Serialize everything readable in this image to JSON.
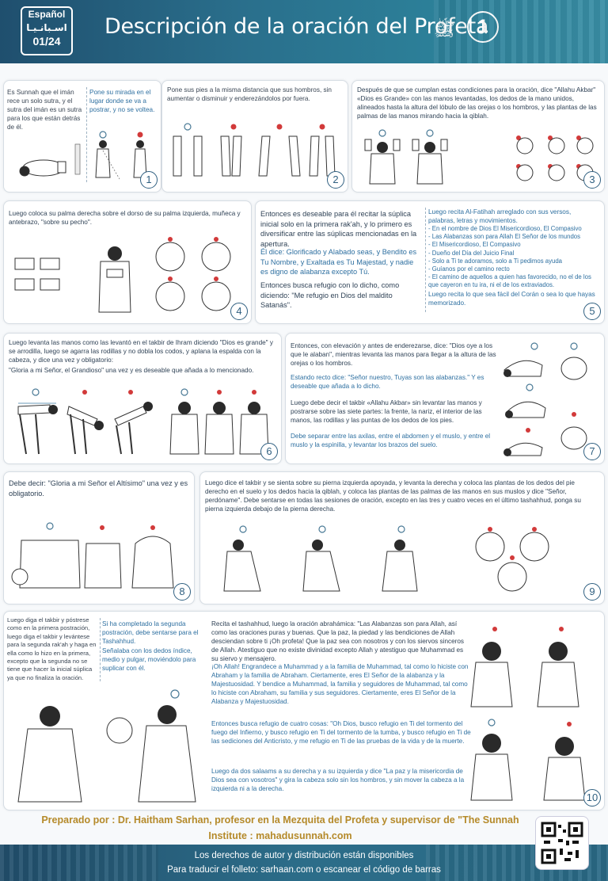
{
  "header": {
    "lang_es": "Español",
    "lang_ar": "اسـبانـيـا",
    "page": "01/24",
    "title": "Descripción de la oración del Profeta",
    "honorific": "ﷺ",
    "number": "1"
  },
  "steps": {
    "s1": {
      "text_a": "Es Sunnah que el imán rece un solo sutra, y el sutra del imán es un sutra para los que están detrás de él.",
      "text_b": "Pone su mirada en el lugar donde se va a postrar, y no se voltea.",
      "num": "1"
    },
    "s2": {
      "text": "Pone sus pies a la misma distancia que sus hombros, sin aumentar o disminuir y enderezándolos por fuera.",
      "num": "2"
    },
    "s3": {
      "text": "Después de que se cumplan estas condiciones para la oración, dice \"Allahu Akbar\" «Dios es Grande» con las manos levantadas, los dedos de la mano unidos, alineados hasta la altura del lóbulo de las orejas o los hombros, y las plantas de las palmas de las manos mirando hacia la qiblah.",
      "num": "3"
    },
    "s4": {
      "text": "Luego coloca su palma derecha sobre el dorso de su palma izquierda, muñeca y antebrazo, \"sobre su pecho\".",
      "num": "4"
    },
    "s5": {
      "text_a": "Entonces es deseable para él recitar la súplica inicial solo en la primera rak'ah, y lo primero es diversificar entre las súplicas mencionadas en la apertura.",
      "text_b": "Él dice: Glorificado y Alabado seas, y Bendito es Tu Nombre, y Exaltada es Tu Majestad, y nadie es digno de alabanza excepto Tú.",
      "text_c": "Entonces busca refugio con lo dicho, como diciendo: \"Me refugio en Dios del maldito Satanás\".",
      "list_title": "Luego recita Al-Fatihah arreglado con sus versos, palabras, letras y movimientos.",
      "list": [
        "- En el nombre de Dios El Misericordioso, El Compasivo",
        "- Las Alabanzas son para Allah El Señor de los mundos",
        "- El Misericordioso, El Compasivo",
        "- Dueño del Día del Juicio Final",
        "- Solo a Ti te adoramos, solo a Ti pedimos ayuda",
        "- Guíanos por el camino recto",
        "- El camino de aquellos a quien has favorecido, no el de los que cayeron en tu ira, ni el de los extraviados."
      ],
      "list_end": "Luego recita lo que sea fácil del Corán o sea lo que hayas memorizado.",
      "num": "5"
    },
    "s6": {
      "text_a": "Luego levanta las manos como las levantó en el takbir de Ihram diciendo \"Dios es grande\" y se arrodilla, luego se agarra las rodillas y no dobla los codos, y aplana la espalda con la cabeza, y dice una vez y obligatorio:",
      "text_b": "\"Gloria a mi Señor, el Grandioso\" una vez y es deseable que añada a lo mencionado.",
      "num": "6"
    },
    "s7": {
      "text_a": "Entonces, con elevación y antes de enderezarse, dice: \"Dios oye a los que le alaban\", mientras levanta las manos para llegar a la altura de las orejas o los hombros.",
      "text_b": "Estando recto dice: \"Señor nuestro, Tuyas son las alabanzas.\" Y es deseable que añada a lo dicho.",
      "text_c": "Luego debe decir el takbir «Allahu Akbar» sin levantar las manos y postrarse sobre las siete partes: la frente, la nariz, el interior de las manos, las rodillas y las puntas de los dedos de los pies.",
      "text_d": "Debe separar entre las axilas, entre el abdomen y el muslo, y entre el muslo y la espinilla, y levantar los brazos del suelo.",
      "num": "7"
    },
    "s8": {
      "text": "Debe decir: \"Gloria a mi Señor el Altísimo\" una vez y es obligatorio.",
      "num": "8"
    },
    "s9": {
      "text": "Luego dice el takbir y se sienta sobre su pierna izquierda apoyada, y levanta la derecha y coloca las plantas de los dedos del pie derecho en el suelo y los dedos hacia la qiblah, y coloca las plantas de las palmas de las manos en sus muslos y dice \"Señor, perdóname\". Debe sentarse en todas las sesiones de oración, excepto en las tres y cuatro veces en el último tashahhud, ponga su pierna izquierda debajo de la pierna derecha.",
      "num": "9"
    },
    "s10": {
      "text_a": "Luego diga el takbir y póstrese como en la primera postración, luego diga el takbir y levántese para la segunda rak'ah y haga en ella como lo hizo en la primera, excepto que la segunda no se tiene que hacer la inicial súplica ya que no finaliza la oración.",
      "text_b1": "Si ha completado la segunda postración, debe sentarse para el Tashahhud.",
      "text_b2": "Señalaba con los dedos índice, medio y pulgar, moviéndolo para suplicar con él.",
      "text_c": "Recita el tashahhud, luego la oración abrahámica: \"Las Alabanzas son para Allah, así como las oraciones puras y buenas. Que la paz, la piedad y las bendiciones de Allah desciendan sobre ti ¡Oh profeta! Que la paz sea con nosotros y con los siervos sinceros de Allah. Atestiguo que no existe divinidad excepto Allah y atestiguo que Muhammad es su siervo y mensajero.",
      "text_d": "¡Oh Allah! Engrandece a Muhammad y a la familia de Muhammad, tal como lo hiciste con Abraham y la familia de Abraham. Ciertamente, eres El Señor de la alabanza y la Majestuosidad. Y bendice a Muhammad, la familia y seguidores de Muhammad, tal como lo hiciste con Abraham, su familia y sus seguidores. Ciertamente, eres El Señor de la Alabanza y Majestuosidad.",
      "text_e": "Entonces busca refugio de cuatro cosas: \"Oh Dios, busco refugio en Ti del tormento del fuego del Infierno, y busco refugio en Ti del tormento de la tumba, y busco refugio en Ti de las sediciones del Anticristo, y me refugio en Ti de las pruebas de la vida y de la muerte.",
      "text_f": "Luego da dos salaams a su derecha y a su izquierda y dice \"La paz y la misericordia de Dios sea con vosotros\" y gira la cabeza solo sin los hombros, y sin mover la cabeza a la izquierda ni a la derecha.",
      "num": "10"
    }
  },
  "footer": {
    "prepared_1": "Preparado por : Dr. Haitham Sarhan, profesor en la Mezquita del Profeta y supervisor de \"The Sunnah",
    "prepared_2": "Institute : mahadusunnah.com",
    "rights": "Los derechos de autor y distribución están disponibles",
    "translate": "Para traducir el folleto: sarhaan.com o escanear el código de barras"
  },
  "colors": {
    "header_bg": "#2a6f8c",
    "accent_gold": "#b58a2a",
    "text_blue": "#2d6fa0",
    "reject_red": "#d23a3a"
  }
}
